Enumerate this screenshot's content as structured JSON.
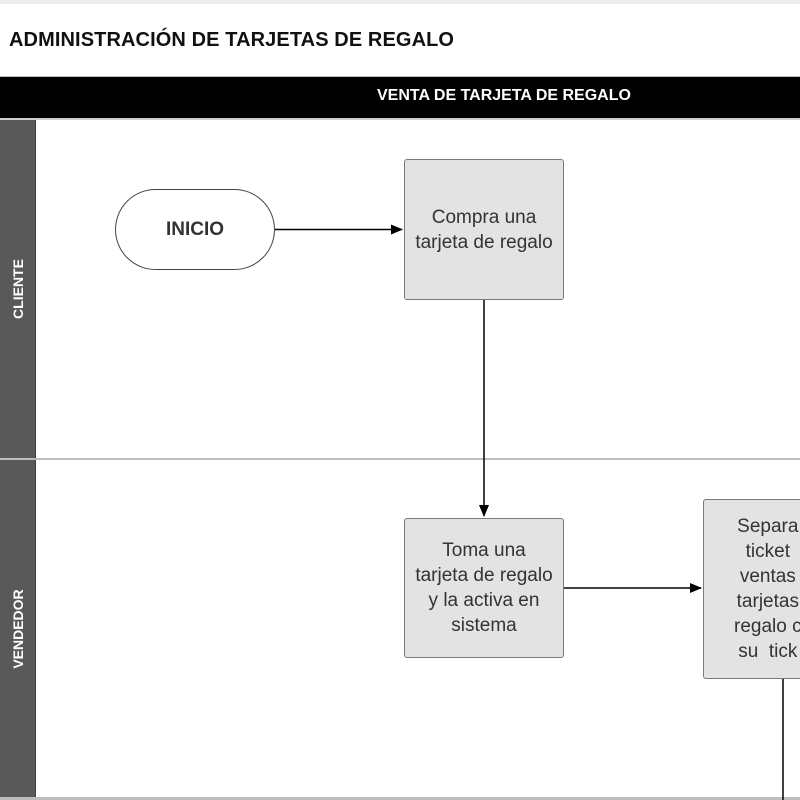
{
  "title": "ADMINISTRACIÓN DE TARJETAS DE REGALO",
  "phase": {
    "label": "VENTA DE TARJETA DE REGALO"
  },
  "lanes": [
    {
      "label": "CLIENTE"
    },
    {
      "label": "VENDEDOR"
    }
  ],
  "nodes": {
    "inicio": {
      "label": "INICIO"
    },
    "compra": {
      "label": "Compra una tarjeta de regalo"
    },
    "toma": {
      "label": "Toma una tarjeta de regalo y la activa en sistema"
    },
    "separa": {
      "label": "Separa\nticket\nventas\ntarjetas\nregalo c\nsu  tick"
    }
  },
  "colors": {
    "phase_bar": "#000000",
    "lane_header": "#595959",
    "process_fill": "#e3e3e3",
    "connector": "#000000"
  }
}
